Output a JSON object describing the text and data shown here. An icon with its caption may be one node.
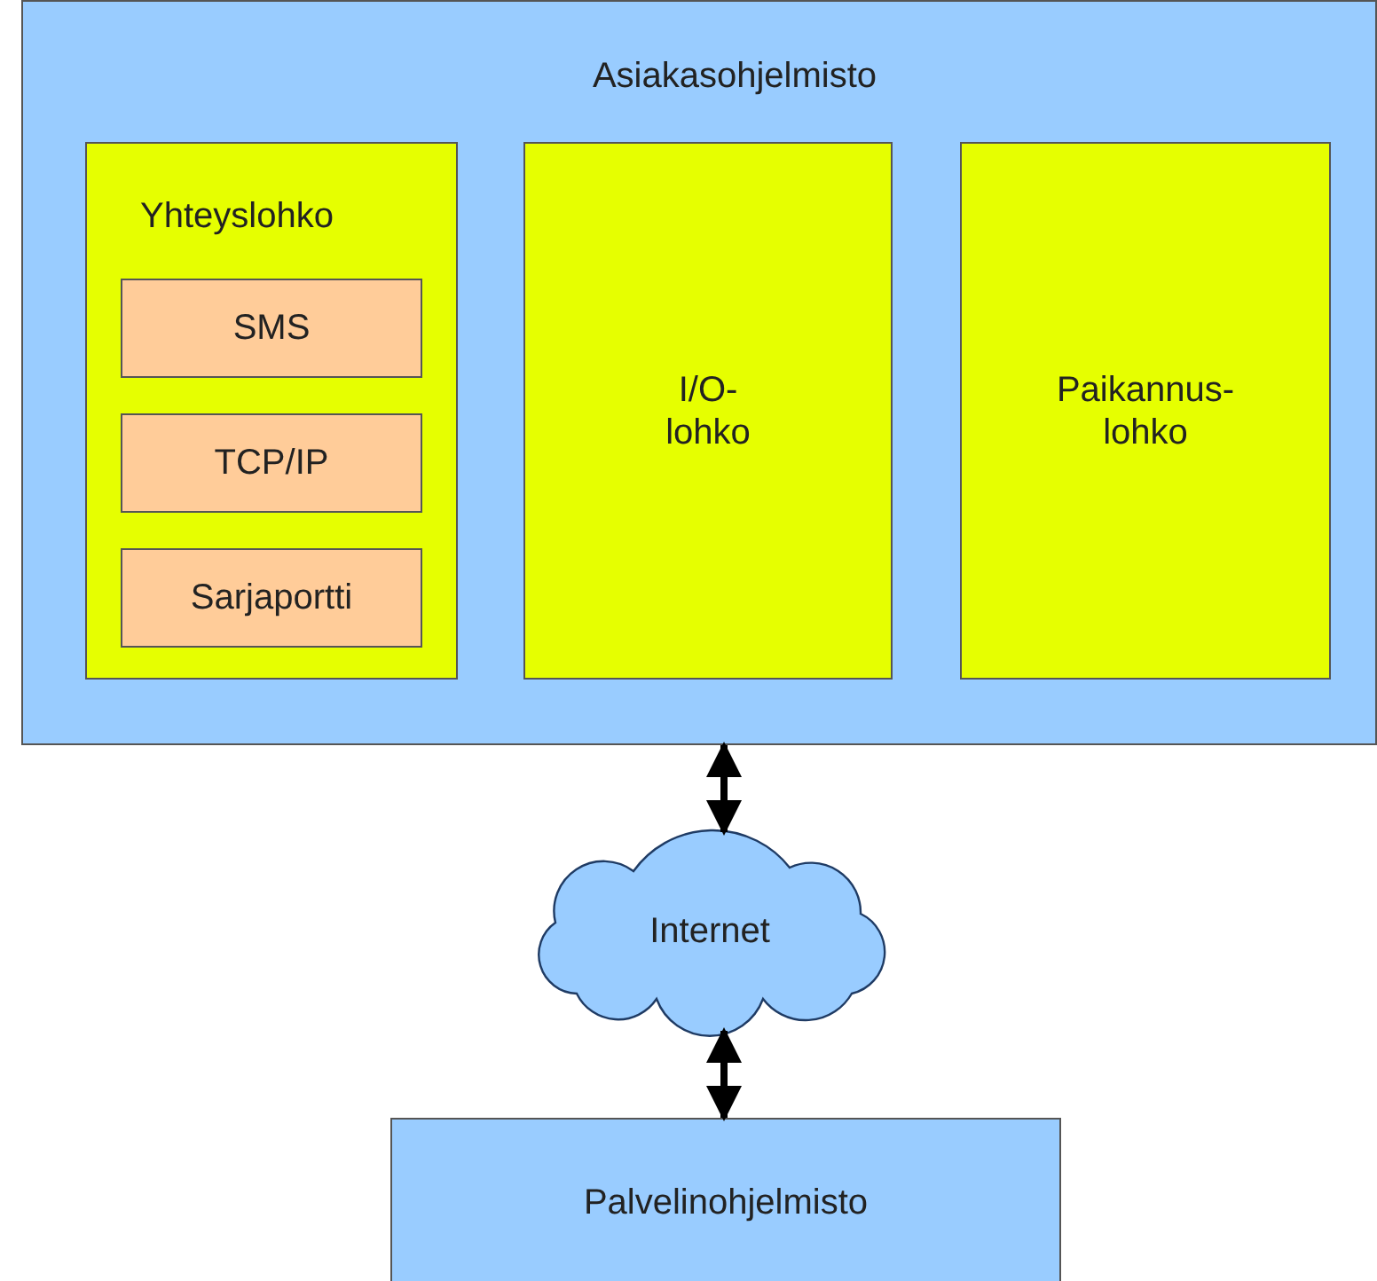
{
  "diagram": {
    "nodes": [
      {
        "text": [
          "Asiakasohjelmisto"
        ]
      },
      {
        "text": [
          "Yhteyslohko"
        ],
        "in": 0
      },
      {
        "text": [
          "SMS"
        ],
        "in": 1
      },
      {
        "text": [
          "TCP/IP"
        ],
        "in": 1
      },
      {
        "text": [
          "Sarjaportti"
        ],
        "in": 1
      },
      {
        "text": [
          "I/O- lohko"
        ],
        "in": 0
      },
      {
        "text": [
          "Paikannus- lohko"
        ],
        "in": 0
      },
      {
        "text": [
          "Internet"
        ]
      },
      {
        "text": [
          "Palvelinohjelmisto"
        ]
      }
    ],
    "edges": [
      {
        "from": 0,
        "to": 7,
        "arrow": "both"
      },
      {
        "from": 7,
        "to": 8,
        "arrow": "both"
      }
    ]
  }
}
